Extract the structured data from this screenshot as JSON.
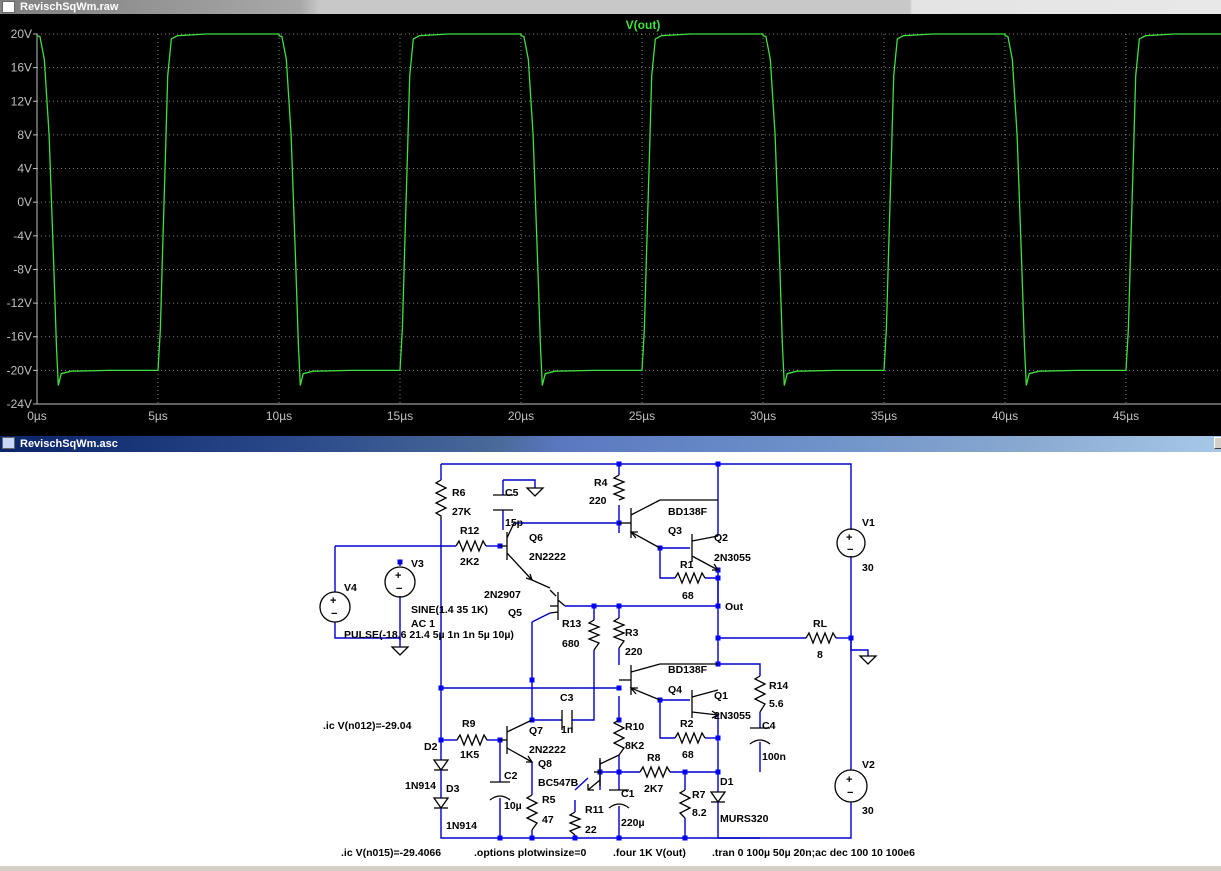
{
  "waveform_window": {
    "title": "RevischSqWm.raw",
    "trace_name": "V(out)",
    "trace_color": "#40e040",
    "y_tick_labels": [
      "20V",
      "16V",
      "12V",
      "8V",
      "4V",
      "0V",
      "-4V",
      "-8V",
      "-12V",
      "-16V",
      "-20V",
      "-24V"
    ],
    "x_tick_labels": [
      "0µs",
      "5µs",
      "10µs",
      "15µs",
      "20µs",
      "25µs",
      "30µs",
      "35µs",
      "40µs",
      "45µs"
    ]
  },
  "chart_data": {
    "type": "line",
    "title": "V(out)",
    "xlabel": "",
    "ylabel": "",
    "x_unit": "µs",
    "y_unit": "V",
    "xlim": [
      0,
      49
    ],
    "ylim": [
      -24,
      20
    ],
    "grid": true,
    "series": [
      {
        "name": "V(out)",
        "color": "#40e040",
        "points": [
          [
            0,
            19.8
          ],
          [
            0.12,
            19.7
          ],
          [
            0.3,
            17
          ],
          [
            0.5,
            8
          ],
          [
            0.6,
            0
          ],
          [
            0.7,
            -8
          ],
          [
            0.8,
            -17
          ],
          [
            0.88,
            -21.8
          ],
          [
            1.0,
            -20.4
          ],
          [
            1.4,
            -20.1
          ],
          [
            3,
            -20
          ],
          [
            5,
            -20
          ],
          [
            5,
            -20
          ],
          [
            5.1,
            -15
          ],
          [
            5.2,
            -5
          ],
          [
            5.3,
            5
          ],
          [
            5.4,
            15
          ],
          [
            5.55,
            19.4
          ],
          [
            5.8,
            19.8
          ],
          [
            7,
            20
          ],
          [
            10,
            20
          ],
          [
            10,
            19.8
          ],
          [
            10.12,
            19.7
          ],
          [
            10.3,
            17
          ],
          [
            10.5,
            8
          ],
          [
            10.6,
            0
          ],
          [
            10.7,
            -8
          ],
          [
            10.8,
            -17
          ],
          [
            10.88,
            -21.8
          ],
          [
            11.0,
            -20.4
          ],
          [
            11.4,
            -20.1
          ],
          [
            13,
            -20
          ],
          [
            15,
            -20
          ],
          [
            15,
            -20
          ],
          [
            15.1,
            -15
          ],
          [
            15.2,
            -5
          ],
          [
            15.3,
            5
          ],
          [
            15.4,
            15
          ],
          [
            15.55,
            19.4
          ],
          [
            15.8,
            19.8
          ],
          [
            17,
            20
          ],
          [
            20,
            20
          ],
          [
            20,
            19.8
          ],
          [
            20.12,
            19.7
          ],
          [
            20.3,
            17
          ],
          [
            20.5,
            8
          ],
          [
            20.6,
            0
          ],
          [
            20.7,
            -8
          ],
          [
            20.8,
            -17
          ],
          [
            20.88,
            -21.8
          ],
          [
            21.0,
            -20.4
          ],
          [
            21.4,
            -20.1
          ],
          [
            23,
            -20
          ],
          [
            25,
            -20
          ],
          [
            25,
            -20
          ],
          [
            25.1,
            -15
          ],
          [
            25.2,
            -5
          ],
          [
            25.3,
            5
          ],
          [
            25.4,
            15
          ],
          [
            25.55,
            19.4
          ],
          [
            25.8,
            19.8
          ],
          [
            27,
            20
          ],
          [
            30,
            20
          ],
          [
            30,
            19.8
          ],
          [
            30.12,
            19.7
          ],
          [
            30.3,
            17
          ],
          [
            30.5,
            8
          ],
          [
            30.6,
            0
          ],
          [
            30.7,
            -8
          ],
          [
            30.8,
            -17
          ],
          [
            30.88,
            -21.8
          ],
          [
            31.0,
            -20.4
          ],
          [
            31.4,
            -20.1
          ],
          [
            33,
            -20
          ],
          [
            35,
            -20
          ],
          [
            35,
            -20
          ],
          [
            35.1,
            -15
          ],
          [
            35.2,
            -5
          ],
          [
            35.3,
            5
          ],
          [
            35.4,
            15
          ],
          [
            35.55,
            19.4
          ],
          [
            35.8,
            19.8
          ],
          [
            37,
            20
          ],
          [
            40,
            20
          ],
          [
            40,
            19.8
          ],
          [
            40.12,
            19.7
          ],
          [
            40.3,
            17
          ],
          [
            40.5,
            8
          ],
          [
            40.6,
            0
          ],
          [
            40.7,
            -8
          ],
          [
            40.8,
            -17
          ],
          [
            40.88,
            -21.8
          ],
          [
            41.0,
            -20.4
          ],
          [
            41.4,
            -20.1
          ],
          [
            43,
            -20
          ],
          [
            45,
            -20
          ],
          [
            45,
            -20
          ],
          [
            45.1,
            -15
          ],
          [
            45.2,
            -5
          ],
          [
            45.3,
            5
          ],
          [
            45.4,
            15
          ],
          [
            45.55,
            19.4
          ],
          [
            45.8,
            19.8
          ],
          [
            47,
            20
          ],
          [
            49,
            20
          ]
        ]
      }
    ]
  },
  "schematic_window": {
    "title": "RevischSqWm.asc",
    "colors": {
      "wire": "#0000cc",
      "junction": "#0000ff",
      "symbol": "#000000",
      "label": "#000000"
    },
    "components": {
      "R6": {
        "name": "R6",
        "value": "27K"
      },
      "C5": {
        "name": "C5",
        "value": "15p"
      },
      "R4": {
        "name": "R4",
        "value": "220"
      },
      "Q3": {
        "name": "Q3",
        "value": "BD138F"
      },
      "Q2": {
        "name": "Q2",
        "value": "2N3055"
      },
      "R12": {
        "name": "R12",
        "value": "2K2"
      },
      "Q6": {
        "name": "Q6",
        "value": "2N2222"
      },
      "R1": {
        "name": "R1",
        "value": "68"
      },
      "V1": {
        "name": "V1",
        "value": "30"
      },
      "V3": {
        "name": "V3",
        "value": "SINE(1.4 35 1K)",
        "extra": "AC 1"
      },
      "V4": {
        "name": "V4",
        "value": "PULSE(-18.6 21.4 5µ 1n 1n 5µ 10µ)"
      },
      "Q5": {
        "name": "Q5",
        "value": "2N2907"
      },
      "R13": {
        "name": "R13",
        "value": "680"
      },
      "R3": {
        "name": "R3",
        "value": "220"
      },
      "RL": {
        "name": "RL",
        "value": "8"
      },
      "Q4": {
        "name": "Q4",
        "value": "BD138F"
      },
      "Q1": {
        "name": "Q1",
        "value": "2N3055"
      },
      "R14": {
        "name": "R14",
        "value": "5.6"
      },
      "C3": {
        "name": "C3",
        "value": "1n"
      },
      "R2": {
        "name": "R2",
        "value": "68"
      },
      "C4": {
        "name": "C4",
        "value": "100n"
      },
      "R9": {
        "name": "R9",
        "value": "1K5"
      },
      "Q7": {
        "name": "Q7",
        "value": "2N2222"
      },
      "R10": {
        "name": "R10",
        "value": "8K2"
      },
      "Q8": {
        "name": "Q8",
        "value": "BC547B"
      },
      "R8": {
        "name": "R8",
        "value": "2K7"
      },
      "D1": {
        "name": "D1",
        "value": "MURS320"
      },
      "D2": {
        "name": "D2",
        "value": "1N914"
      },
      "D3": {
        "name": "D3",
        "value": "1N914"
      },
      "C2": {
        "name": "C2",
        "value": "10µ"
      },
      "R5": {
        "name": "R5",
        "value": "47"
      },
      "R11": {
        "name": "R11",
        "value": "22"
      },
      "C1": {
        "name": "C1",
        "value": "220µ"
      },
      "R7": {
        "name": "R7",
        "value": "8.2"
      },
      "V2": {
        "name": "V2",
        "value": "30"
      }
    },
    "net_label_out": "Out",
    "directives": {
      "ic1": ".ic V(n012)=-29.04",
      "ic2": ".ic V(n015)=-29.4066",
      "options": ".options plotwinsize=0",
      "four": ".four 1K V(out)",
      "tran": ".tran 0 100µ 50µ 20n;ac dec 100 10 100e6"
    }
  }
}
